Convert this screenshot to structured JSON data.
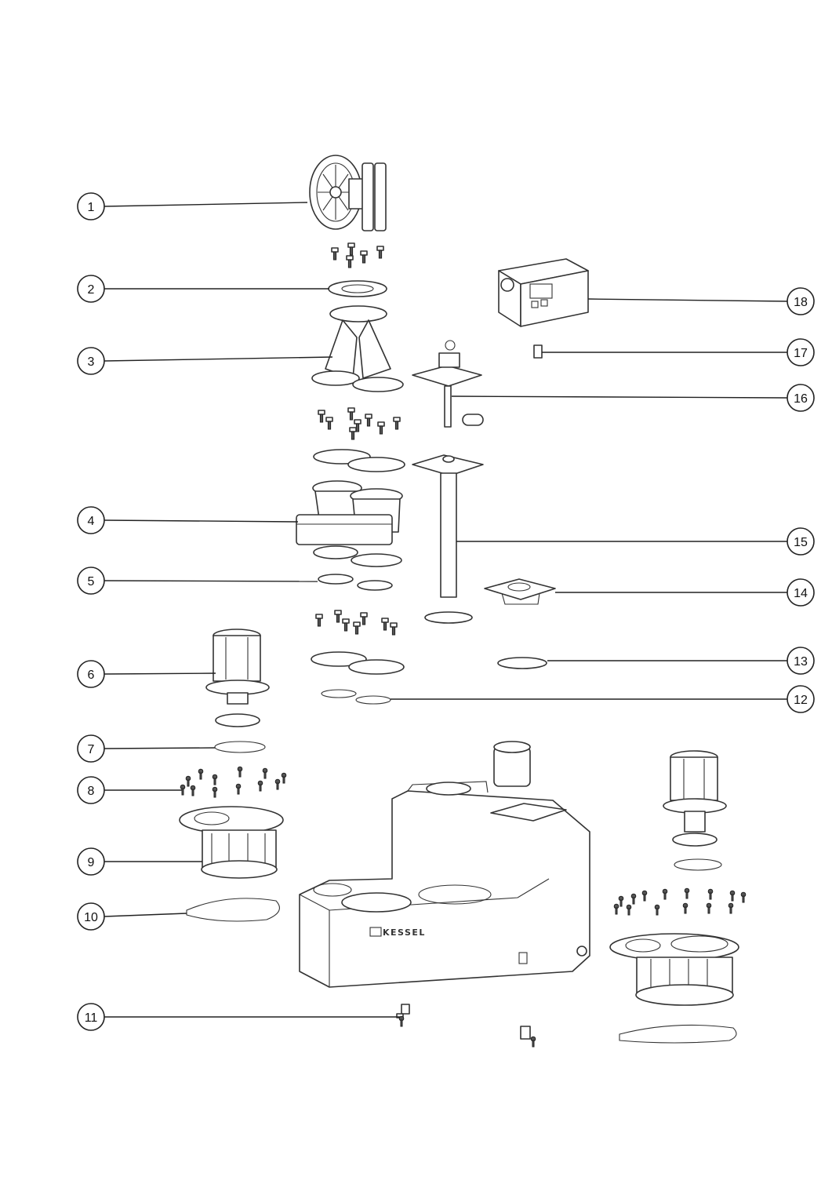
{
  "diagram": {
    "brand_label": "KESSEL",
    "callouts": [
      {
        "label": "1"
      },
      {
        "label": "2"
      },
      {
        "label": "3"
      },
      {
        "label": "4"
      },
      {
        "label": "5"
      },
      {
        "label": "6"
      },
      {
        "label": "7"
      },
      {
        "label": "8"
      },
      {
        "label": "9"
      },
      {
        "label": "10"
      },
      {
        "label": "11"
      },
      {
        "label": "12"
      },
      {
        "label": "13"
      },
      {
        "label": "14"
      },
      {
        "label": "15"
      },
      {
        "label": "16"
      },
      {
        "label": "17"
      },
      {
        "label": "18"
      }
    ],
    "colors": {
      "line": "#333333",
      "background": "#ffffff"
    }
  }
}
